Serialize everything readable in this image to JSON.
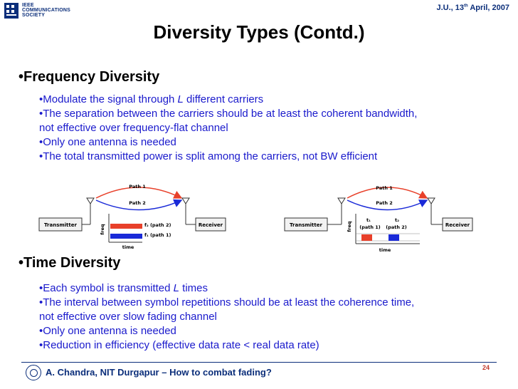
{
  "header": {
    "logo_lines": [
      "IEEE",
      "COMMUNICATIONS",
      "SOCIETY"
    ],
    "date_prefix": "J.U., 13",
    "date_sup": "th",
    "date_suffix": " April, 2007"
  },
  "title": "Diversity Types (Contd.)",
  "frequency": {
    "heading": "•Frequency Diversity",
    "bullets": [
      "•Modulate the signal through ",
      "L",
      " different carriers",
      "•The separation between the carriers should be at least the coherent bandwidth,",
      "not effective over frequency-flat channel",
      "•Only one antenna is needed",
      "•The total transmitted power is split among the carriers, not BW efficient"
    ]
  },
  "diagram_left": {
    "transmitter": "Transmitter",
    "receiver": "Receiver",
    "path1": "Path 1",
    "path2": "Path 2",
    "freq": "freq",
    "time": "time",
    "f2": "f₂ (path 2)",
    "f1": "f₁ (path 1)"
  },
  "diagram_right": {
    "transmitter": "Transmitter",
    "receiver": "Receiver",
    "path1": "Path 1",
    "path2": "Path 2",
    "freq": "freq",
    "time": "time",
    "t1": "t₁",
    "t1_path": "(path 1)",
    "t2": "t₂",
    "t2_path": "(path 2)"
  },
  "time": {
    "heading": "•Time Diversity",
    "bullets": [
      "•Each symbol is transmitted ",
      "L",
      " times",
      "•The interval between symbol repetitions should be at least the coherence time,",
      "not effective over slow fading channel",
      "•Only one antenna is needed",
      "•Reduction in efficiency (effective data rate < real data rate)"
    ]
  },
  "footer": {
    "text": "A. Chandra, NIT Durgapur – How to combat fading?",
    "page": "24"
  },
  "colors": {
    "accent_blue": "#1a1acc",
    "navy": "#0b2e7a",
    "path_red": "#e8402a",
    "path_blue": "#1a2ad8"
  }
}
